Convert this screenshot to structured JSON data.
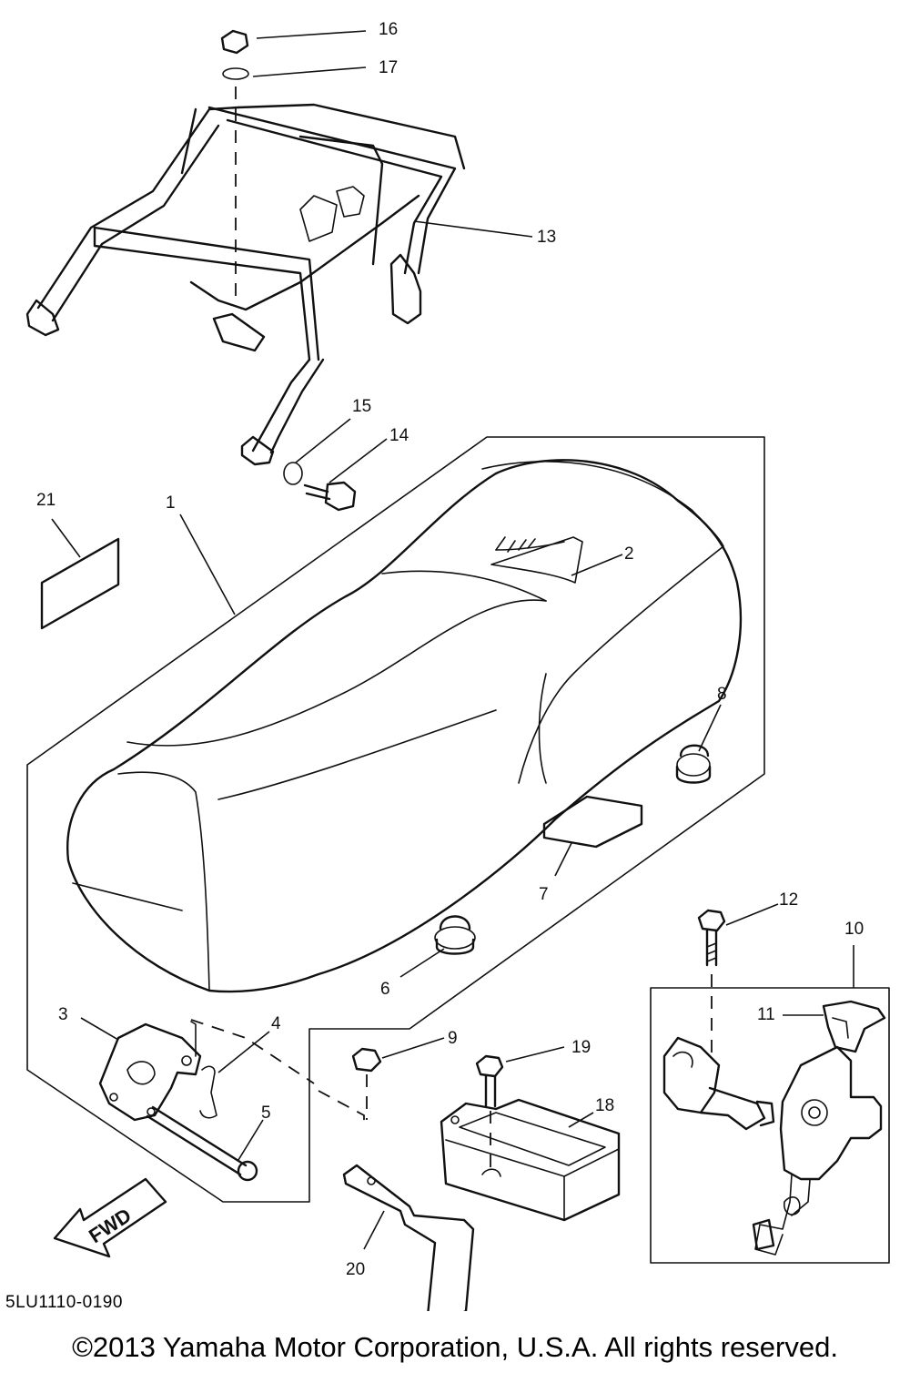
{
  "callouts": [
    "1",
    "2",
    "3",
    "4",
    "5",
    "6",
    "7",
    "8",
    "9",
    "10",
    "11",
    "12",
    "13",
    "14",
    "15",
    "16",
    "17",
    "18",
    "19",
    "20",
    "21"
  ],
  "fwd_label": "FWD",
  "diagram_code": "5LU1110-0190",
  "copyright": "©2013 Yamaha Motor Corporation, U.S.A. All rights reserved."
}
